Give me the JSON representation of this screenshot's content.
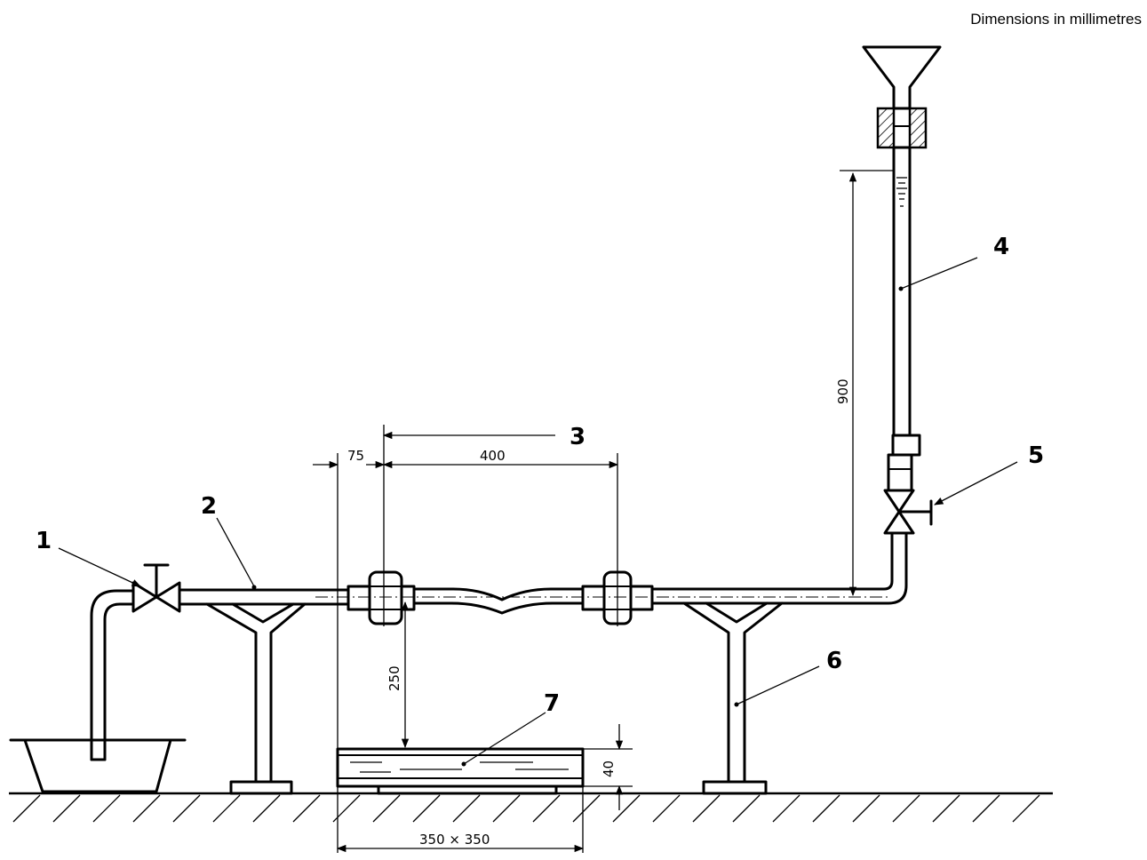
{
  "caption": "Dimensions in millimetres",
  "callouts": {
    "c1": "1",
    "c2": "2",
    "c3": "3",
    "c4": "4",
    "c5": "5",
    "c6": "6",
    "c7": "7"
  },
  "dimensions": {
    "d75": "75",
    "d400": "400",
    "d900": "900",
    "d250": "250",
    "d40": "40",
    "d350": "350 × 350"
  }
}
